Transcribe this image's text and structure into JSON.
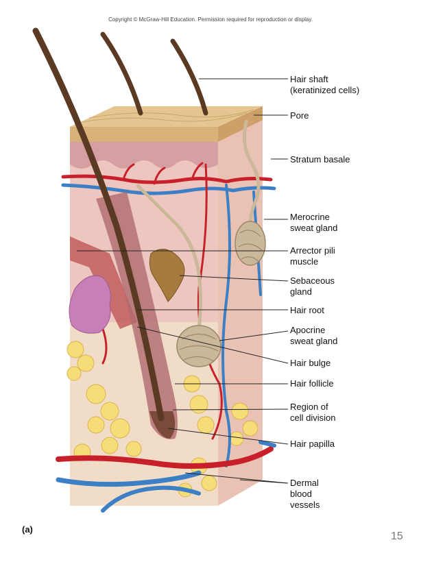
{
  "copyright": "Copyright © McGraw-Hill Education. Permission required for reproduction or display.",
  "labels": [
    {
      "id": "hair-shaft",
      "lines": [
        "Hair shaft",
        "(keratinized cells)"
      ]
    },
    {
      "id": "pore",
      "lines": [
        "Pore"
      ]
    },
    {
      "id": "stratum-basale",
      "lines": [
        "Stratum basale"
      ]
    },
    {
      "id": "merocrine",
      "lines": [
        "Merocrine",
        "sweat gland"
      ]
    },
    {
      "id": "arrector",
      "lines": [
        "Arrector pili",
        "muscle"
      ]
    },
    {
      "id": "sebaceous",
      "lines": [
        "Sebaceous",
        "gland"
      ]
    },
    {
      "id": "hair-root",
      "lines": [
        "Hair root"
      ]
    },
    {
      "id": "apocrine",
      "lines": [
        "Apocrine",
        "sweat gland"
      ]
    },
    {
      "id": "hair-bulge",
      "lines": [
        "Hair bulge"
      ]
    },
    {
      "id": "hair-follicle",
      "lines": [
        "Hair follicle"
      ]
    },
    {
      "id": "cell-division",
      "lines": [
        "Region of",
        "cell division"
      ]
    },
    {
      "id": "hair-papilla",
      "lines": [
        "Hair papilla"
      ]
    },
    {
      "id": "dermal-vessels",
      "lines": [
        "Dermal",
        "blood",
        "vessels"
      ]
    }
  ],
  "panel_letter": "(a)",
  "page_number": "15",
  "colors": {
    "epidermis": "#d9b27a",
    "dermis": "#ecc6bf",
    "hypodermis": "#f1dcc8",
    "fat": "#f7dc7a",
    "artery": "#c8202a",
    "vein": "#3d7fc4",
    "hair": "#5a3a22",
    "gland": "#cbb79a",
    "sebaceous": "#c77fb8"
  }
}
